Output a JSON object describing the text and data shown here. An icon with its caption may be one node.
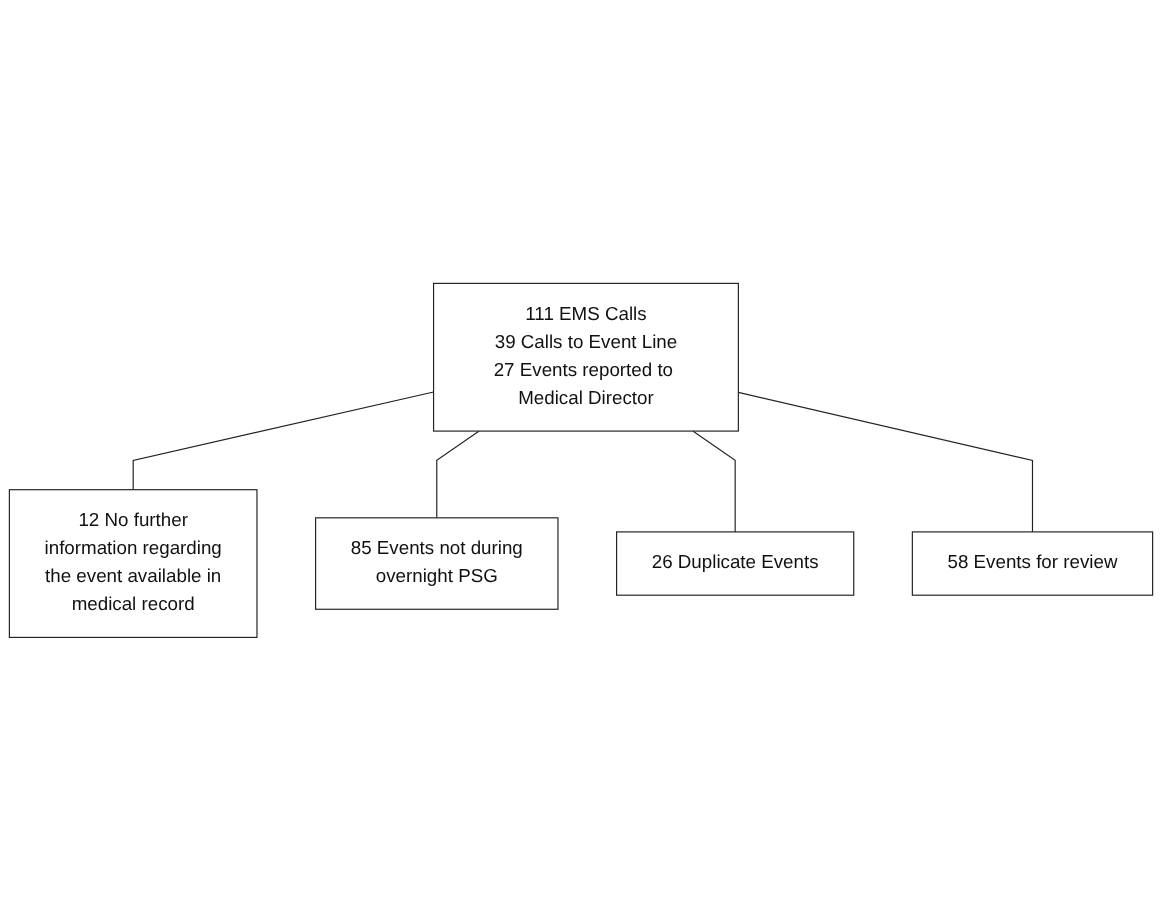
{
  "diagram": {
    "nodes": [
      {
        "text": [
          "111 EMS Calls",
          "39 Calls to Event Line",
          "27 Events reported to Medical Director"
        ]
      },
      {
        "text": [
          "12 No further information regarding the event available in medical record"
        ]
      },
      {
        "text": [
          "85 Events not during overnight PSG"
        ]
      },
      {
        "text": [
          "26 Duplicate Events"
        ]
      },
      {
        "text": [
          "58 Events for review"
        ]
      }
    ],
    "edges": [
      {
        "from": 0,
        "to": 1,
        "arrow": "none"
      },
      {
        "from": 0,
        "to": 2,
        "arrow": "none"
      },
      {
        "from": 0,
        "to": 3,
        "arrow": "none"
      },
      {
        "from": 0,
        "to": 4,
        "arrow": "none"
      }
    ]
  }
}
